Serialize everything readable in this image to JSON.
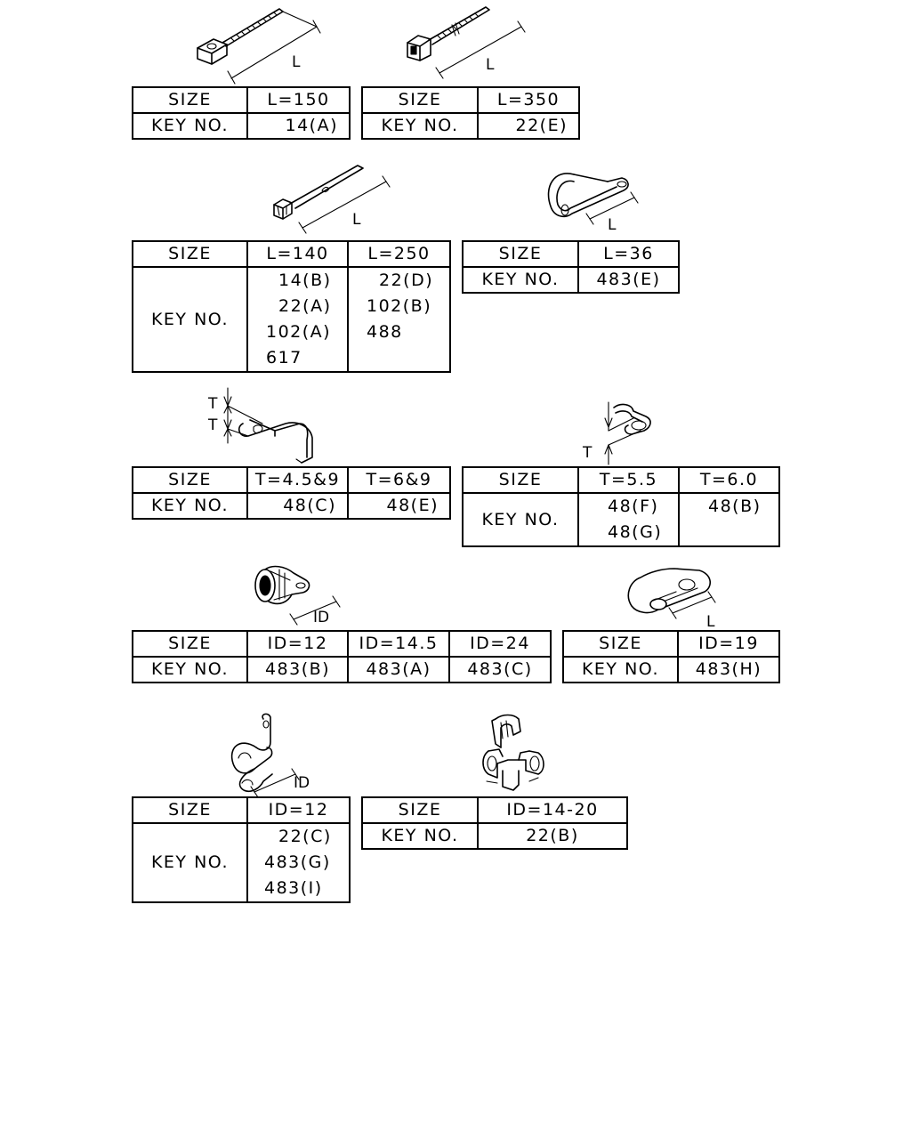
{
  "labels": {
    "size": "SIZE",
    "key_no": "KEY NO.",
    "dim_l": "L",
    "dim_t": "T",
    "dim_id": "ID"
  },
  "groups": [
    {
      "id": "cable-tie-150",
      "sizes": [
        "L=150"
      ],
      "keys": [
        [
          "14(A)"
        ]
      ]
    },
    {
      "id": "cable-tie-350",
      "sizes": [
        "L=350"
      ],
      "keys": [
        [
          "22(E)"
        ]
      ]
    },
    {
      "id": "cable-tie-push-mount",
      "sizes": [
        "L=140",
        "L=250"
      ],
      "keys": [
        [
          "14(B)",
          "22(A)",
          "102(A)",
          "617"
        ],
        [
          "22(D)",
          "102(B)",
          "488"
        ]
      ]
    },
    {
      "id": "loop-clip-36",
      "sizes": [
        "L=36"
      ],
      "keys": [
        [
          "483(E)"
        ]
      ]
    },
    {
      "id": "edge-clip-double",
      "sizes": [
        "T=4.5&9",
        "T=6&9"
      ],
      "keys": [
        [
          "48(C)"
        ],
        [
          "48(E)"
        ]
      ]
    },
    {
      "id": "edge-clip-single",
      "sizes": [
        "T=5.5",
        "T=6.0"
      ],
      "keys": [
        [
          "48(F)",
          "48(G)"
        ],
        [
          "48(B)"
        ]
      ]
    },
    {
      "id": "cushion-clamp",
      "sizes": [
        "ID=12",
        "ID=14.5",
        "ID=24"
      ],
      "keys": [
        [
          "483(B)"
        ],
        [
          "483(A)"
        ],
        [
          "483(C)"
        ]
      ]
    },
    {
      "id": "p-clamp-19",
      "sizes": [
        "ID=19"
      ],
      "keys": [
        [
          "483(H)"
        ]
      ]
    },
    {
      "id": "double-loop-clamp",
      "sizes": [
        "ID=12"
      ],
      "keys": [
        [
          "22(C)",
          "483(G)",
          "483(I)"
        ]
      ]
    },
    {
      "id": "hose-clip",
      "sizes": [
        "ID=14-20"
      ],
      "keys": [
        [
          "22(B)"
        ]
      ]
    }
  ]
}
